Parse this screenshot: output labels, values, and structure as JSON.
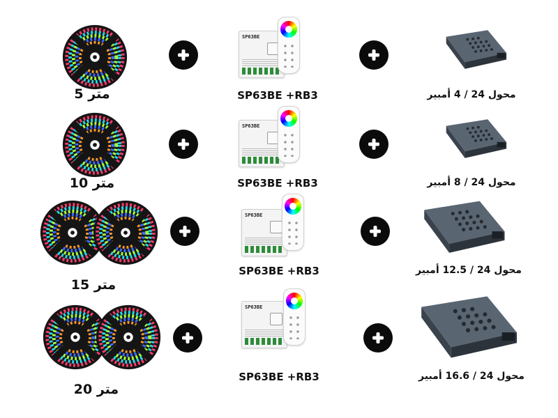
{
  "rows": [
    {
      "strip_length": "5 متر",
      "controller": "SP63BE +RB3",
      "power_supply": "محول 24 / 4 أمبير"
    },
    {
      "strip_length": "10 متر",
      "controller": "SP63BE +RB3",
      "power_supply": "محول 24 / 8 أمبير"
    },
    {
      "strip_length": "15 متر",
      "controller": "SP63BE +RB3",
      "power_supply": "محول 24 / 12.5 أمبير"
    },
    {
      "strip_length": "20 متر",
      "controller": "SP63BE +RB3",
      "power_supply": "محول 24 / 16.6 أمبير"
    }
  ],
  "controller_brand": "SP63BE",
  "icons": {
    "reel": "rgb-led-strip-reel-icon",
    "plus": "plus-icon",
    "controller": "led-controller-icon",
    "remote": "rgb-remote-icon",
    "psu": "power-supply-icon"
  },
  "colors": {
    "plus_bg": "#0b0b0b",
    "text": "#111111"
  }
}
